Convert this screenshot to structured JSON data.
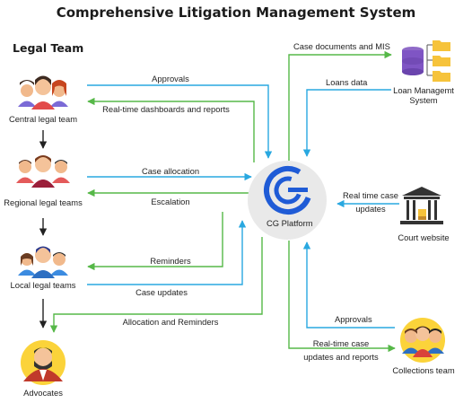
{
  "title": "Comprehensive Litigation Management System",
  "group_title": "Legal Team",
  "hub": {
    "label": "CG Platform",
    "logo_letter": "G"
  },
  "nodes": {
    "central": "Central legal team",
    "regional": "Regional legal teams",
    "local": "Local legal teams",
    "advocates": "Advocates",
    "loan": [
      "Loan Managemt",
      "System"
    ],
    "court": "Court website",
    "collections": "Collections team"
  },
  "edges": {
    "approvals_central": "Approvals",
    "dashboards": "Real-time dashboards and reports",
    "case_allocation": "Case allocation",
    "escalation": "Escalation",
    "reminders": "Reminders",
    "case_updates": "Case updates",
    "allocation_reminders": "Allocation and Reminders",
    "case_docs": "Case documents and MIS",
    "loans_data": "Loans data",
    "court_updates": [
      "Real time case",
      "updates"
    ],
    "approvals_collections": "Approvals",
    "collections_updates": [
      "Real-time case",
      "updates and reports"
    ]
  },
  "colors": {
    "blue": "#29a8e0",
    "green": "#56b848",
    "hub_blue": "#1f5bd6",
    "hub_bg": "#e9e9e9"
  }
}
